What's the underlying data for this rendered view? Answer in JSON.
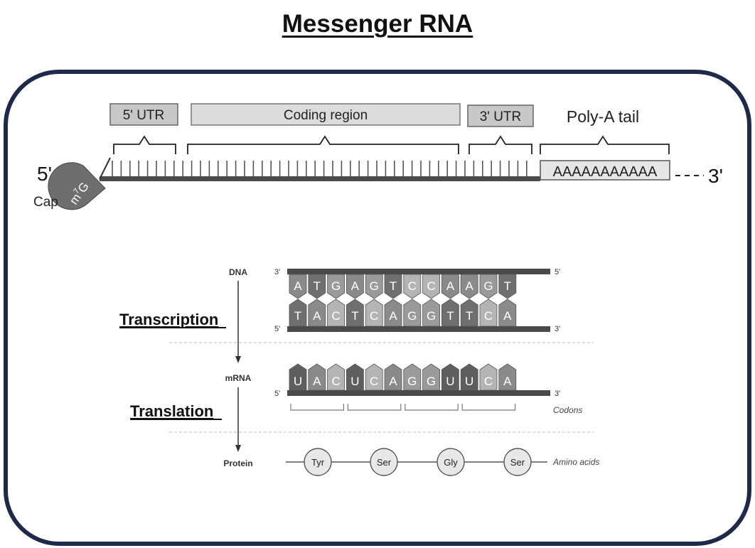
{
  "title": "Messenger RNA",
  "mrna": {
    "five_prime": "5'",
    "three_prime": "3'",
    "cap_label": "Cap",
    "cap_symbol": "m7G",
    "regions": [
      "5' UTR",
      "Coding region",
      "3' UTR",
      "Poly-A tail"
    ],
    "polya_seq": "AAAAAAAAAAA"
  },
  "process": {
    "dna_label": "DNA",
    "mrna_label": "mRNA",
    "protein_label": "Protein",
    "transcription_label": "Transcription",
    "translation_label": "Translation",
    "dna_top": [
      "A",
      "T",
      "G",
      "A",
      "G",
      "T",
      "C",
      "C",
      "A",
      "A",
      "G",
      "T"
    ],
    "dna_bottom": [
      "T",
      "A",
      "C",
      "T",
      "C",
      "A",
      "G",
      "G",
      "T",
      "T",
      "C",
      "A"
    ],
    "mrna_seq": [
      "U",
      "A",
      "C",
      "U",
      "C",
      "A",
      "G",
      "G",
      "U",
      "U",
      "C",
      "A"
    ],
    "end_3": "3'",
    "end_5": "5'",
    "codons_label": "Codons",
    "amino_acids": [
      "Tyr",
      "Ser",
      "Gly",
      "Ser"
    ],
    "amino_acids_label": "Amino acids"
  },
  "colors": {
    "frame": "#1f2a4a",
    "box_fill": "#c8c8c8",
    "strand": "#4a4a4a",
    "cap_fill": "#6e6e6e"
  }
}
